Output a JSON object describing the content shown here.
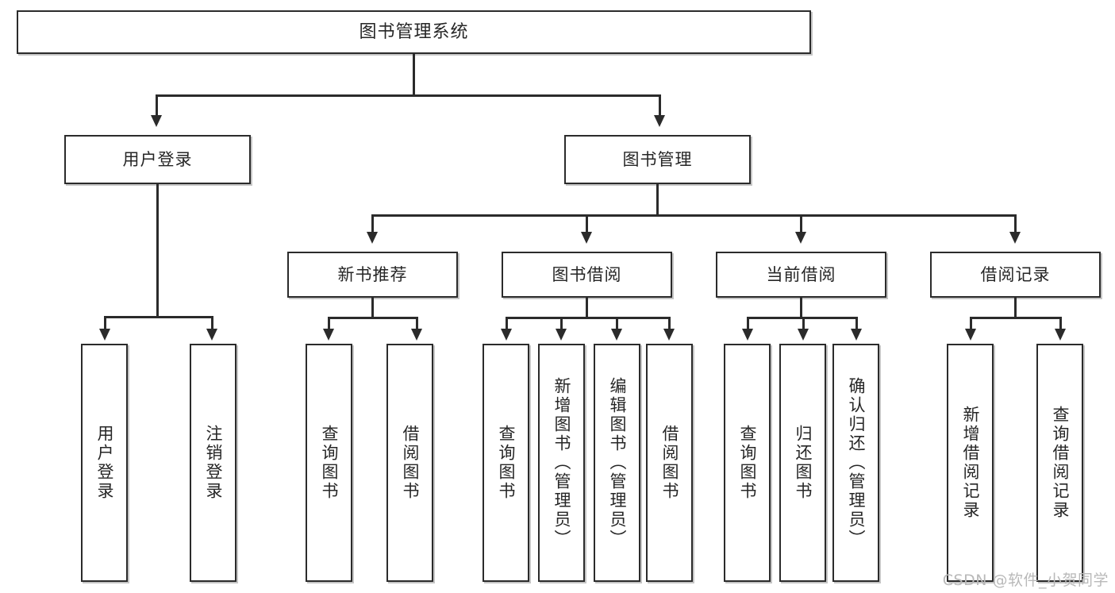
{
  "diagram": {
    "title": "图书管理系统",
    "type": "tree-hierarchy",
    "watermark": "CSDN @软件_小贺同学",
    "colors": {
      "box_border": "#2b2b2b",
      "box_fill": "#ffffff",
      "connector": "#2b2b2b",
      "text": "#262626",
      "watermark": "#b9b9b9",
      "background": "#ffffff"
    }
  },
  "nodes": {
    "root": {
      "label": "图书管理系统"
    },
    "level2": [
      {
        "label": "用户登录"
      },
      {
        "label": "图书管理"
      }
    ],
    "level3": [
      {
        "label": "新书推荐"
      },
      {
        "label": "图书借阅"
      },
      {
        "label": "当前借阅"
      },
      {
        "label": "借阅记录"
      }
    ],
    "leaves": {
      "user_login": [
        {
          "label": "用户登录"
        },
        {
          "label": "注销登录"
        }
      ],
      "new_book": [
        {
          "label": "查询图书"
        },
        {
          "label": "借阅图书"
        }
      ],
      "borrow": [
        {
          "label": "查询图书"
        },
        {
          "label": "新增图书（管理员）"
        },
        {
          "label": "编辑图书（管理员）"
        },
        {
          "label": "借阅图书"
        }
      ],
      "current": [
        {
          "label": "查询图书"
        },
        {
          "label": "归还图书"
        },
        {
          "label": "确认归还（管理员）"
        }
      ],
      "records": [
        {
          "label": "新增借阅记录"
        },
        {
          "label": "查询借阅记录"
        }
      ]
    }
  }
}
